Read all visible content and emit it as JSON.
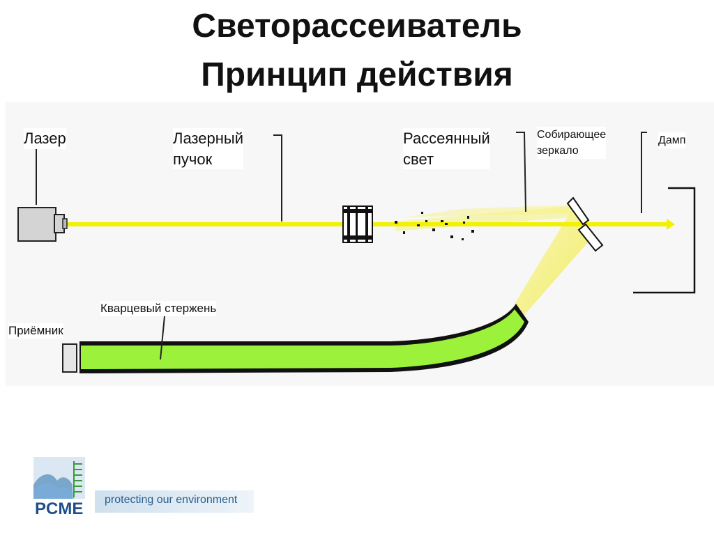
{
  "title": {
    "line1": "Светорассеиватель",
    "line2": "Принцип действия"
  },
  "labels": {
    "laser": "Лазер",
    "beam_line1": "Лазерный",
    "beam_line2": "пучок",
    "scattered_line1": "Рассеянный",
    "scattered_line2": "свет",
    "mirror_line1": "Собирающее",
    "mirror_line2": "зеркало",
    "dump": "Дамп",
    "rod": "Кварцевый стержень",
    "receiver": "Приёмник"
  },
  "colors": {
    "beam": "#f2f200",
    "scatter_glow": "#f6f27a",
    "rod": "#9cf23a",
    "logo_blue": "#2a6fa8",
    "logo_green": "#3a9a3a"
  },
  "logo": {
    "brand": "PCME",
    "tagline": "protecting our environment"
  }
}
